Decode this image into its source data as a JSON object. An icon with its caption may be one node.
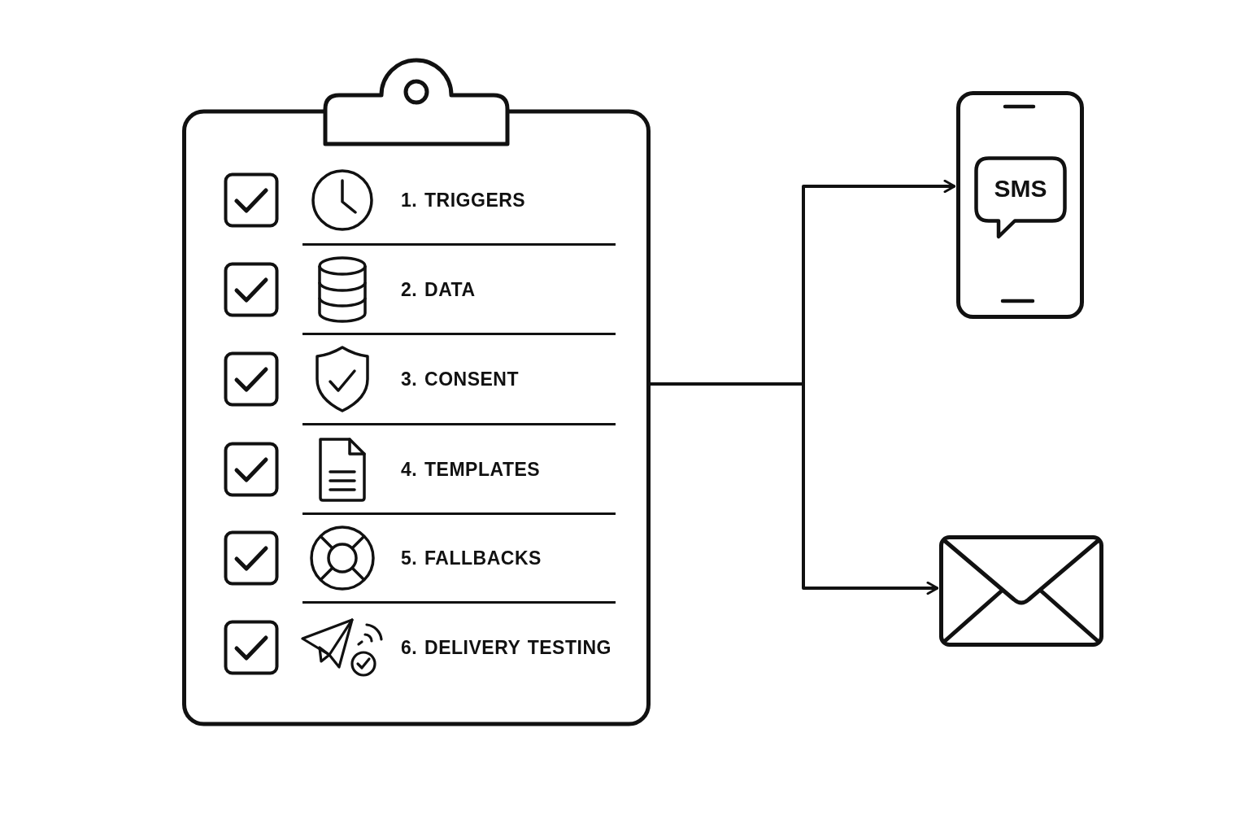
{
  "diagram": {
    "nodes": [
      {
        "text": [],
        "shape": "picture"
      },
      {
        "text": [
          "1. TRIGGERS"
        ],
        "in": 0
      },
      {
        "text": [
          "2. DATA"
        ],
        "in": 0
      },
      {
        "text": [
          "3. CONSENT"
        ],
        "in": 0
      },
      {
        "text": [
          "4. TEMPLATES"
        ],
        "in": 0
      },
      {
        "text": [
          "5. FALLBACKS"
        ],
        "in": 0
      },
      {
        "text": [
          "6. DELIVERY TESTING"
        ],
        "in": 0
      },
      {
        "text": [],
        "shape": "picture"
      },
      {
        "text": [
          "SMS"
        ],
        "in": 7
      },
      {
        "text": [],
        "shape": "picture"
      }
    ],
    "edges": [
      {
        "from": 0,
        "to": 7,
        "arrow": "to"
      },
      {
        "from": 0,
        "to": 9,
        "arrow": "to"
      }
    ]
  }
}
